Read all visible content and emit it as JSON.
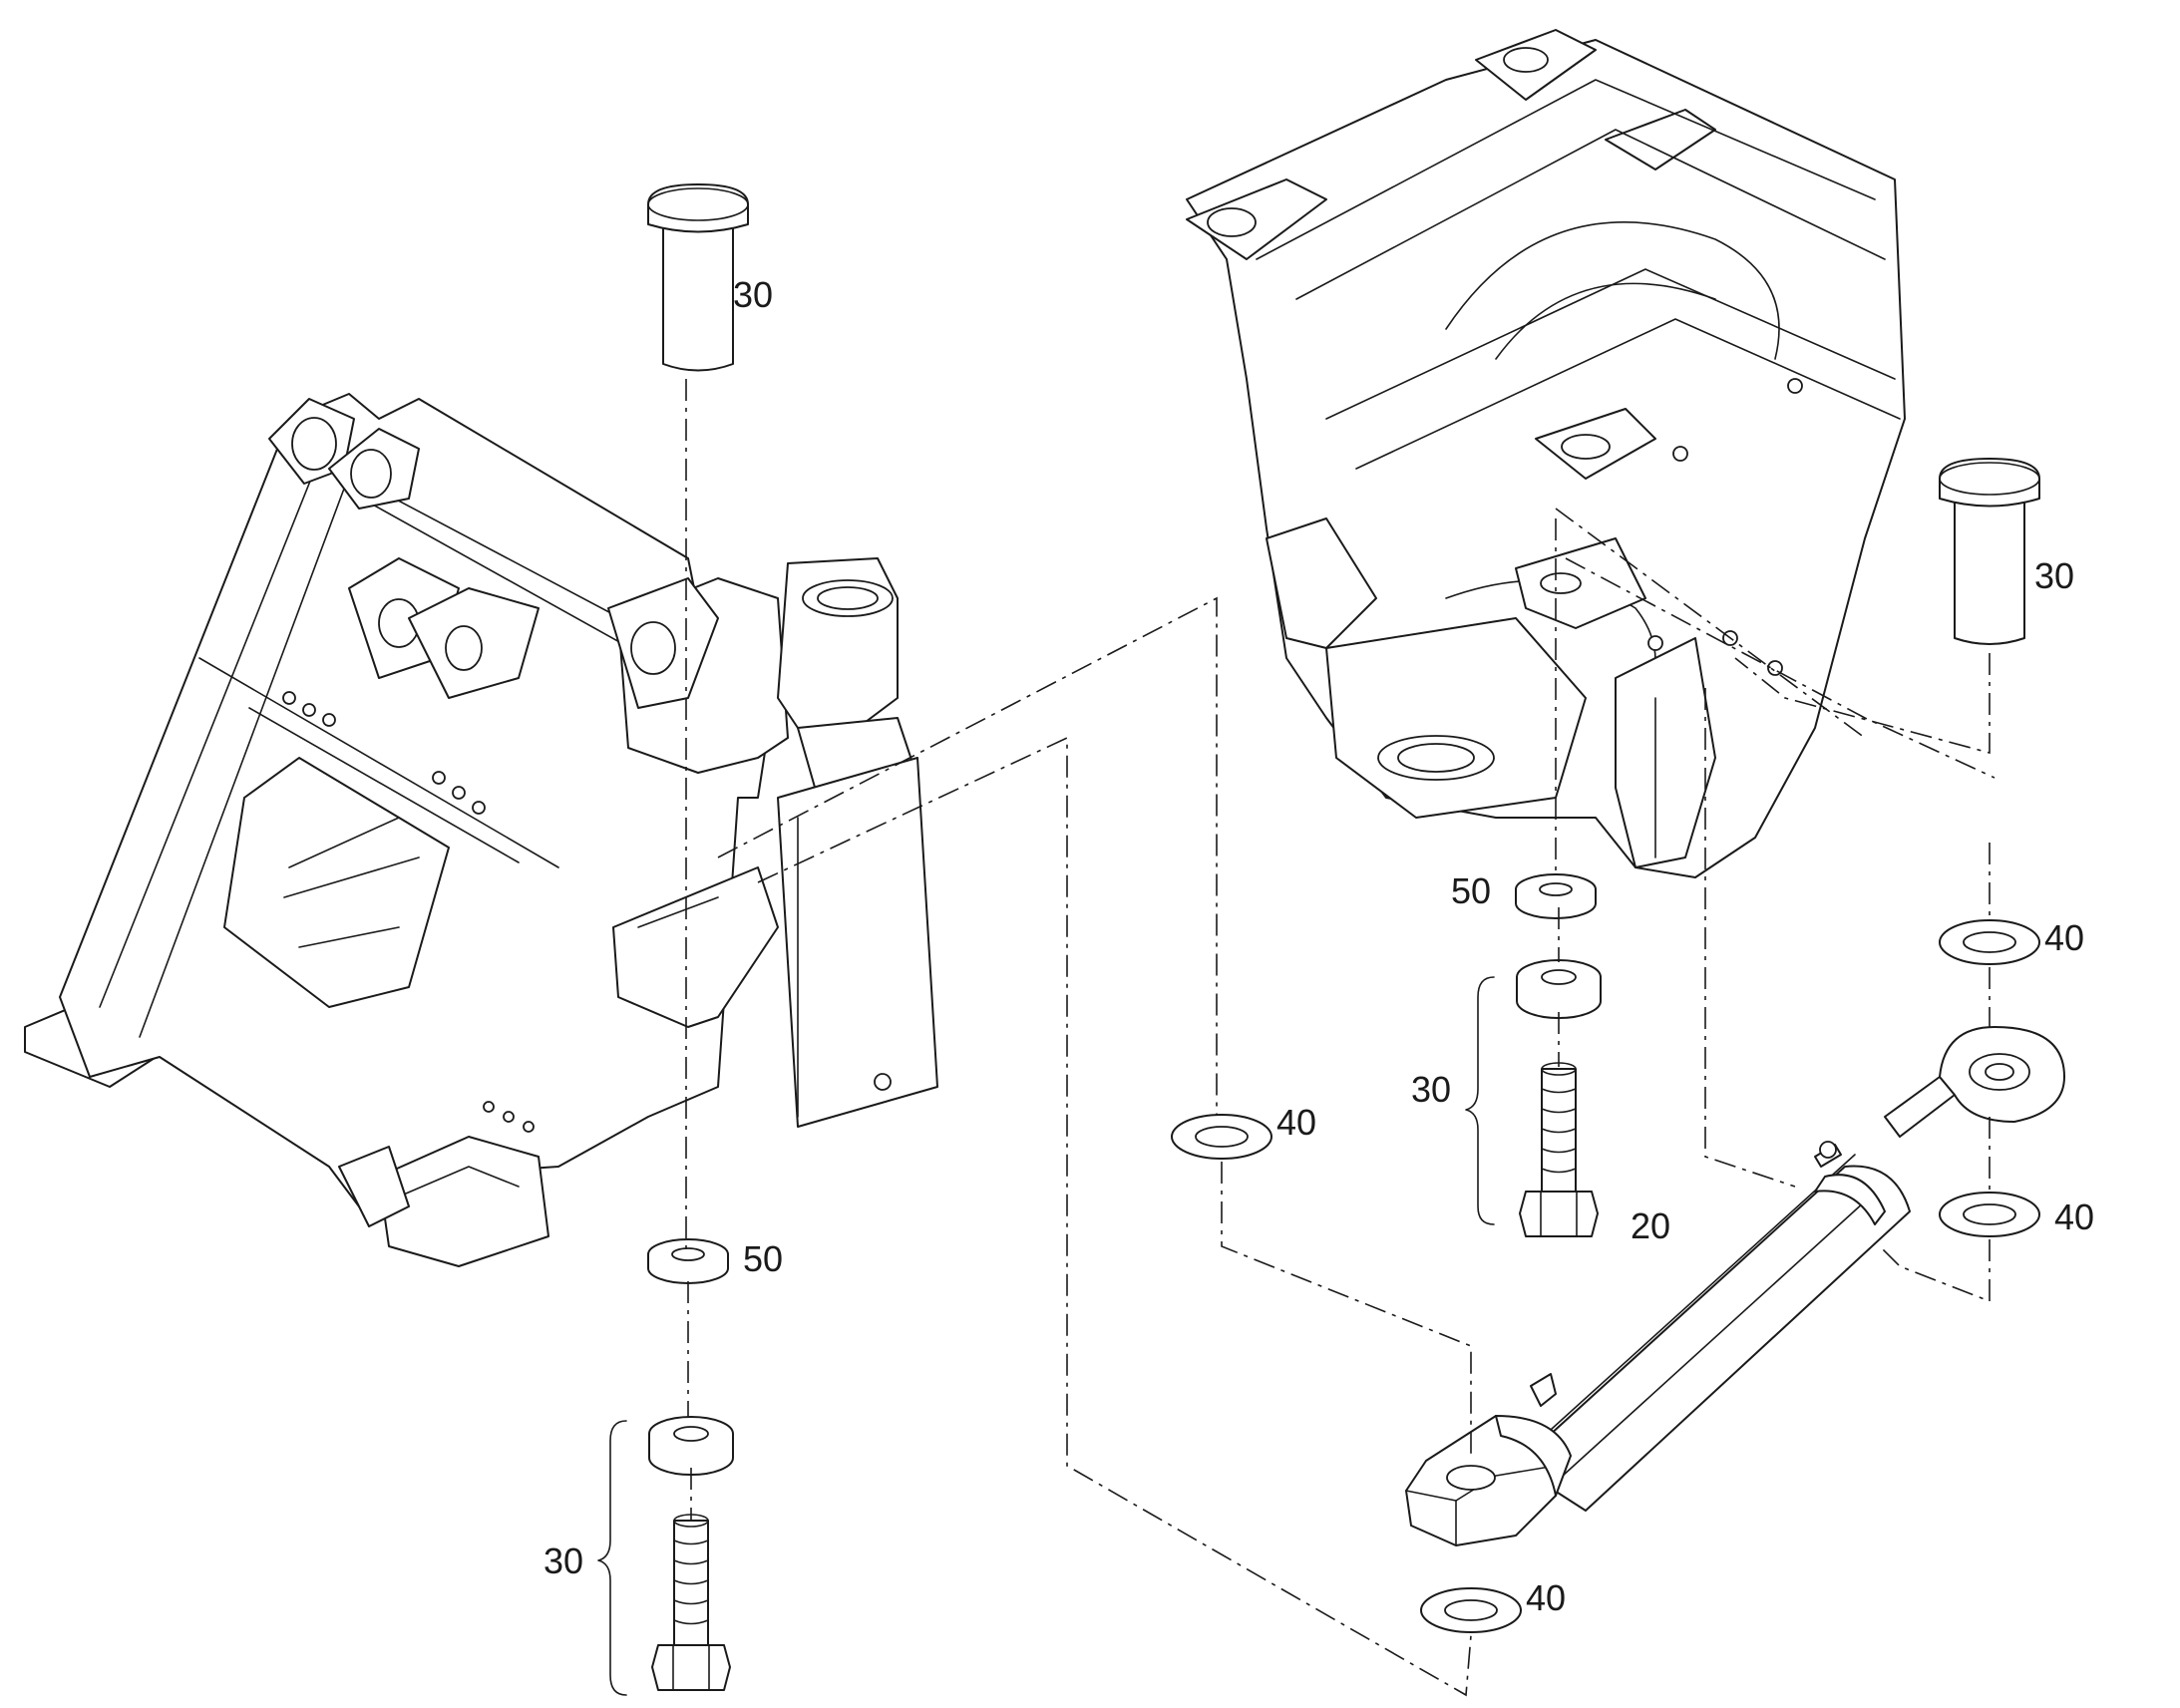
{
  "labels": {
    "pin_upper_left": "30",
    "pin_right": "30",
    "washer_left_50": "50",
    "bolt_set_left": "30",
    "washer_right_50": "50",
    "bolt_set_right": "30",
    "washer_40_left": "40",
    "washer_40_top_right": "40",
    "washer_40_mid_right": "40",
    "washer_40_bottom": "40",
    "cylinder": "20"
  }
}
